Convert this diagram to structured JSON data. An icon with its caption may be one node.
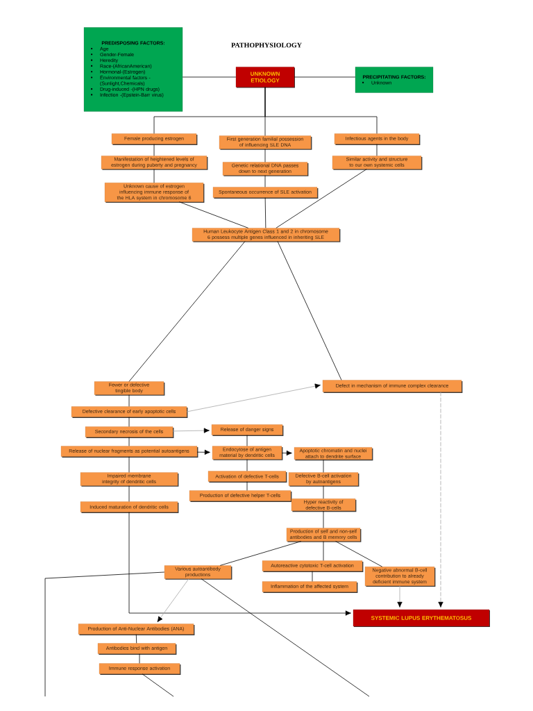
{
  "diagram": {
    "title": "PATHOPHYSIOLOGY",
    "nodes": [
      {
        "text": [
          "PREDISPOSING FACTORS:",
          "Age",
          "Gender-Female",
          "Heredity",
          "Race-(AfricanAmerican)",
          "Hormonal-(Estrogen)",
          "Environmental factors -(Sunlight,Chemicals)",
          "Drug-induced -(HPN drugs)",
          "Infection -(Epstein-Barr virus)"
        ]
      },
      {
        "text": [
          "UNKNOWN ETIOLOGY"
        ]
      },
      {
        "text": [
          "PRECIPITATING FACTORS:",
          "Unknown"
        ]
      },
      {
        "text": [
          "Female producing estrogen"
        ]
      },
      {
        "text": [
          "First generation familial possession of influencing SLE DNA"
        ]
      },
      {
        "text": [
          "Infectious agents in the body"
        ]
      },
      {
        "text": [
          "Manifestation of heightened levels of estrogen during puberty and pregnancy"
        ]
      },
      {
        "text": [
          "Genetic relational DNA passes down to next generation"
        ]
      },
      {
        "text": [
          "Similar activity and structure to our own systemic cells"
        ]
      },
      {
        "text": [
          "Unknown cause of estrogen influencing immune response of the HLA system in chromosome 6"
        ]
      },
      {
        "text": [
          "Spontaneous occurrence of SLE activation"
        ]
      },
      {
        "text": [
          "Human Leukocyte Antigen Class 1 and 2 in chromosome 6 possess multiple genes influenced in inheriting SLE"
        ]
      },
      {
        "text": [
          "Fewer or defective tingible body"
        ]
      },
      {
        "text": [
          "Defect in mechanism of immune complex clearance"
        ]
      },
      {
        "text": [
          "Defective clearance of early apoptotic cells"
        ]
      },
      {
        "text": [
          "Secondary necrosis of the cells"
        ]
      },
      {
        "text": [
          "Release of danger signs"
        ]
      },
      {
        "text": [
          "Release of nuclear fragments as potential autoantigens"
        ]
      },
      {
        "text": [
          "Endocytose of antigen material by dendritic cells"
        ]
      },
      {
        "text": [
          "Apoptotic chromatin and nuclei attach to dendrite surface"
        ]
      },
      {
        "text": [
          "Impaired membrane integrity of dendritic cells"
        ]
      },
      {
        "text": [
          "Activation of defective T-cells"
        ]
      },
      {
        "text": [
          "Defective B-cell activation by autoantigens"
        ]
      },
      {
        "text": [
          "Production of defective helper T-cells"
        ]
      },
      {
        "text": [
          "Induced maturation of dendritic cells"
        ]
      },
      {
        "text": [
          "Hyper reactivity of defective B-cells"
        ]
      },
      {
        "text": [
          "Production of self and non-self antibodies and B memory cells"
        ]
      },
      {
        "text": [
          "Various autoantibody productions"
        ]
      },
      {
        "text": [
          "Autoreactive cytotoxic T-cell activation"
        ]
      },
      {
        "text": [
          "Negative abnormal B-cell contribution to already deficient immune system"
        ]
      },
      {
        "text": [
          "Inflammation of the affected system"
        ]
      },
      {
        "text": [
          "SYSTEMIC LUPUS ERYTHEMATOSUS"
        ]
      },
      {
        "text": [
          "Production of Anti-Nuclear Antibodies (ANA)"
        ]
      },
      {
        "text": [
          "Antibodies bind with antigen"
        ]
      },
      {
        "text": [
          "Immune response activation"
        ]
      }
    ],
    "edges": [
      {
        "from": 0,
        "to": 1,
        "arrow": "none"
      },
      {
        "from": 1,
        "to": 2,
        "arrow": "none"
      },
      {
        "from": 1,
        "to": 3,
        "arrow": "none"
      },
      {
        "from": 1,
        "to": 4,
        "arrow": "none"
      },
      {
        "from": 1,
        "to": 5,
        "arrow": "none"
      },
      {
        "from": 3,
        "to": 6,
        "arrow": "none"
      },
      {
        "from": 6,
        "to": 9,
        "arrow": "none"
      },
      {
        "from": 9,
        "to": 11,
        "arrow": "none"
      },
      {
        "from": 4,
        "to": 7,
        "arrow": "none"
      },
      {
        "from": 7,
        "to": 10,
        "arrow": "none"
      },
      {
        "from": 10,
        "to": 11,
        "arrow": "none"
      },
      {
        "from": 5,
        "to": 8,
        "arrow": "none"
      },
      {
        "from": 8,
        "to": 11,
        "arrow": "none"
      },
      {
        "from": 11,
        "to": 12,
        "arrow": "none"
      },
      {
        "from": 11,
        "to": 13,
        "arrow": "none"
      },
      {
        "from": 12,
        "to": 14,
        "arrow": "none"
      },
      {
        "from": 14,
        "to": 13,
        "arrow": "to",
        "color": "#a6a6a6"
      },
      {
        "from": 14,
        "to": 15,
        "arrow": "none"
      },
      {
        "from": 15,
        "to": 16,
        "arrow": "to",
        "color": "#a6a6a6"
      },
      {
        "from": 15,
        "to": 17,
        "arrow": "none"
      },
      {
        "from": 17,
        "to": 18,
        "arrow": "to"
      },
      {
        "from": 16,
        "to": 18,
        "arrow": "none"
      },
      {
        "from": 18,
        "to": 19,
        "arrow": "to"
      },
      {
        "from": 17,
        "to": 20,
        "arrow": "none"
      },
      {
        "from": 18,
        "to": 21,
        "arrow": "none"
      },
      {
        "from": 19,
        "to": 22,
        "arrow": "none"
      },
      {
        "from": 20,
        "to": 24,
        "arrow": "none"
      },
      {
        "from": 21,
        "to": 23,
        "arrow": "none"
      },
      {
        "from": 22,
        "to": 25,
        "arrow": "none"
      },
      {
        "from": 25,
        "to": 26,
        "arrow": "none"
      },
      {
        "from": 26,
        "to": 27,
        "arrow": "none"
      },
      {
        "from": 26,
        "to": 28,
        "arrow": "none"
      },
      {
        "from": 26,
        "to": 29,
        "arrow": "none"
      },
      {
        "from": 28,
        "to": 30,
        "arrow": "none"
      },
      {
        "from": 29,
        "to": 31,
        "arrow": "to",
        "color": "#a6a6a6"
      },
      {
        "from": 13,
        "to": 31,
        "arrow": "to",
        "style": "dashed",
        "color": "#a6a6a6"
      },
      {
        "from": 24,
        "to": 31,
        "arrow": "to"
      },
      {
        "from": 27,
        "to": 32,
        "arrow": "to",
        "color": "#a6a6a6"
      },
      {
        "from": 32,
        "to": 33,
        "arrow": "none"
      },
      {
        "from": 33,
        "to": 34,
        "arrow": "none"
      },
      {
        "from": 27,
        "to": null,
        "arrow": "none"
      },
      {
        "from": 27,
        "to": null,
        "arrow": "none"
      },
      {
        "from": 34,
        "to": null,
        "arrow": "none"
      }
    ]
  }
}
